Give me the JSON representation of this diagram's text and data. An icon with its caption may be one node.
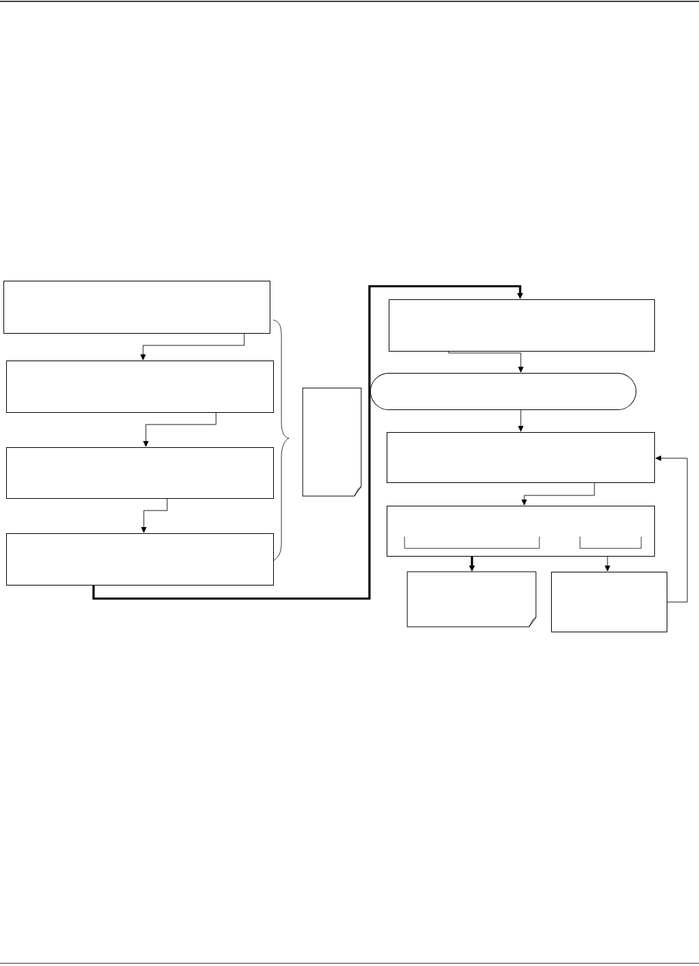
{
  "diagram": {
    "nodes": [
      {
        "text": [],
        "shape": "box"
      },
      {
        "text": [],
        "shape": "box"
      },
      {
        "text": [],
        "shape": "box"
      },
      {
        "text": [],
        "shape": "box"
      },
      {
        "text": [],
        "shape": "note"
      },
      {
        "text": [],
        "shape": "box"
      },
      {
        "text": [],
        "shape": "capsule"
      },
      {
        "text": [],
        "shape": "box"
      },
      {
        "text": [],
        "shape": "box"
      },
      {
        "text": [],
        "shape": "note"
      },
      {
        "text": [],
        "shape": "box"
      }
    ],
    "edges": [
      {
        "from": 0,
        "to": 1,
        "arrow": "to"
      },
      {
        "from": 1,
        "to": 2,
        "arrow": "to"
      },
      {
        "from": 2,
        "to": 3,
        "arrow": "to"
      },
      {
        "from": 3,
        "to": 5,
        "arrow": "to",
        "style": "thick"
      },
      {
        "from": 5,
        "to": 6,
        "arrow": "to"
      },
      {
        "from": 6,
        "to": 7,
        "arrow": "to"
      },
      {
        "from": 7,
        "to": 8,
        "arrow": "to"
      },
      {
        "from": 8,
        "to": 9,
        "arrow": "to",
        "style": "thick"
      },
      {
        "from": 8,
        "to": 10,
        "arrow": "to"
      },
      {
        "from": 10,
        "to": 7,
        "arrow": "to"
      }
    ]
  }
}
